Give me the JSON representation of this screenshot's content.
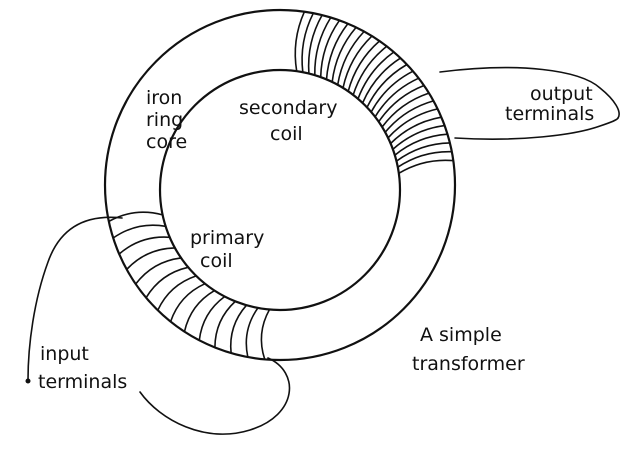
{
  "diagram": {
    "labels": {
      "core_line1": "iron",
      "core_line2": "ring",
      "core_line3": "core",
      "secondary_line1": "secondary",
      "secondary_line2": "coil",
      "output_line1": "output",
      "output_line2": "terminals",
      "primary_line1": "primary",
      "primary_line2": "coil",
      "input_line1": "input",
      "input_line2": "terminals",
      "caption_line1": "A simple",
      "caption_line2": "transformer"
    },
    "colors": {
      "ink": "#111111",
      "background": "#ffffff"
    }
  }
}
